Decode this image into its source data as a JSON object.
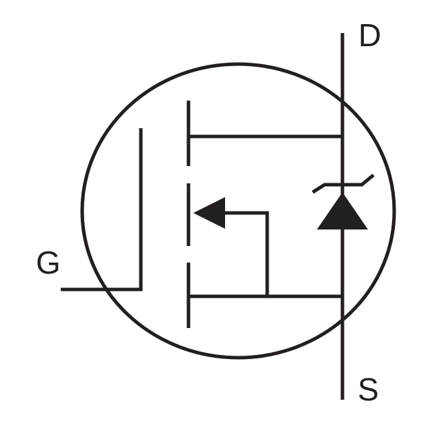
{
  "pins": {
    "drain": "D",
    "gate": "G",
    "source": "S"
  },
  "colors": {
    "stroke": "#231f20",
    "background": "#ffffff"
  }
}
